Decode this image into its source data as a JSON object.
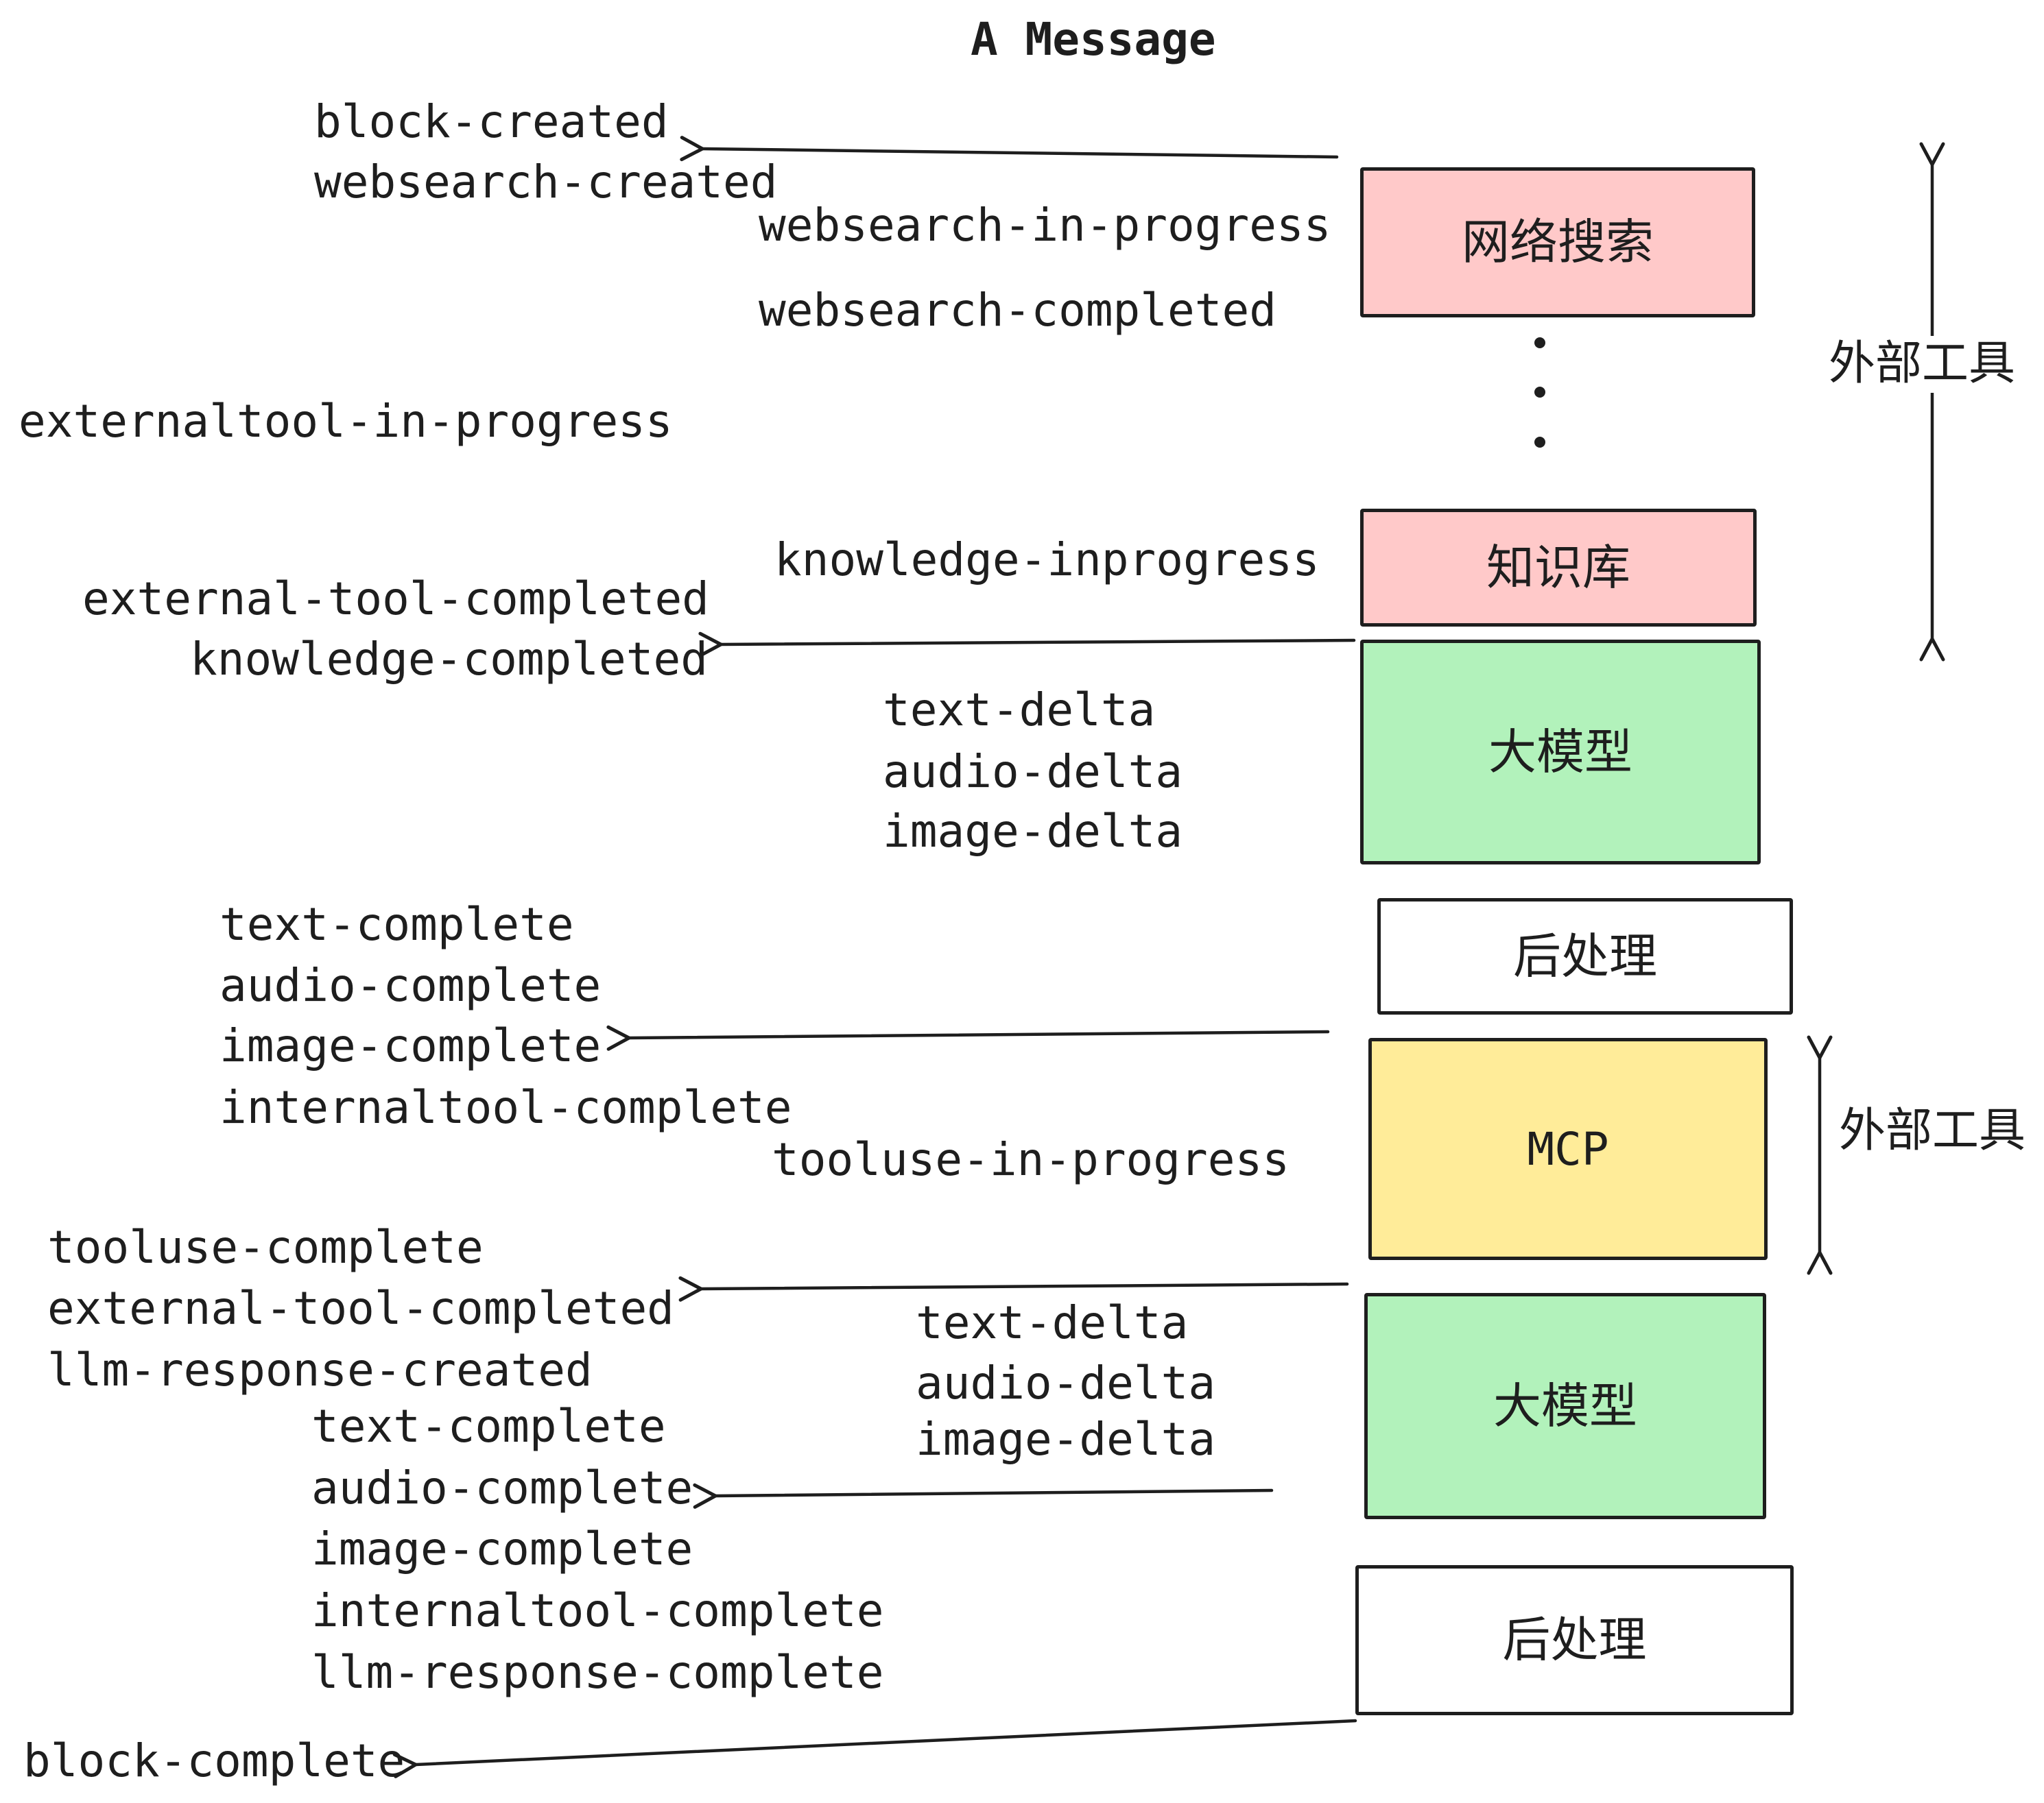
{
  "title": "A Message",
  "events": {
    "block_created": "block-created",
    "websearch_created": "websearch-created",
    "websearch_in_progress": "websearch-in-progress",
    "websearch_completed": "websearch-completed",
    "externaltool_in_progress": "externaltool-in-progress",
    "knowledge_inprogress": "knowledge-inprogress",
    "external_tool_completed": "external-tool-completed",
    "knowledge_completed": "knowledge-completed",
    "text_delta": "text-delta",
    "audio_delta": "audio-delta",
    "image_delta": "image-delta",
    "text_complete": "text-complete",
    "audio_complete": "audio-complete",
    "image_complete": "image-complete",
    "internaltool_complete": "internaltool-complete",
    "tooluse_in_progress": "tooluse-in-progress",
    "tooluse_complete": "tooluse-complete",
    "llm_response_created": "llm-response-created",
    "llm_response_complete": "llm-response-complete",
    "block_complete": "block-complete"
  },
  "boxes": {
    "websearch": "网络搜索",
    "knowledge": "知识库",
    "llm": "大模型",
    "postprocess": "后处理",
    "mcp": "MCP"
  },
  "annotations": {
    "external_tools": "外部工具"
  },
  "icons": {
    "ellipsis": "vertical-dots"
  },
  "colors": {
    "pink": "#ffc9c9",
    "green": "#b2f2bb",
    "yellow": "#ffec99",
    "ink": "#1e1e1e",
    "background": "#ffffff"
  }
}
